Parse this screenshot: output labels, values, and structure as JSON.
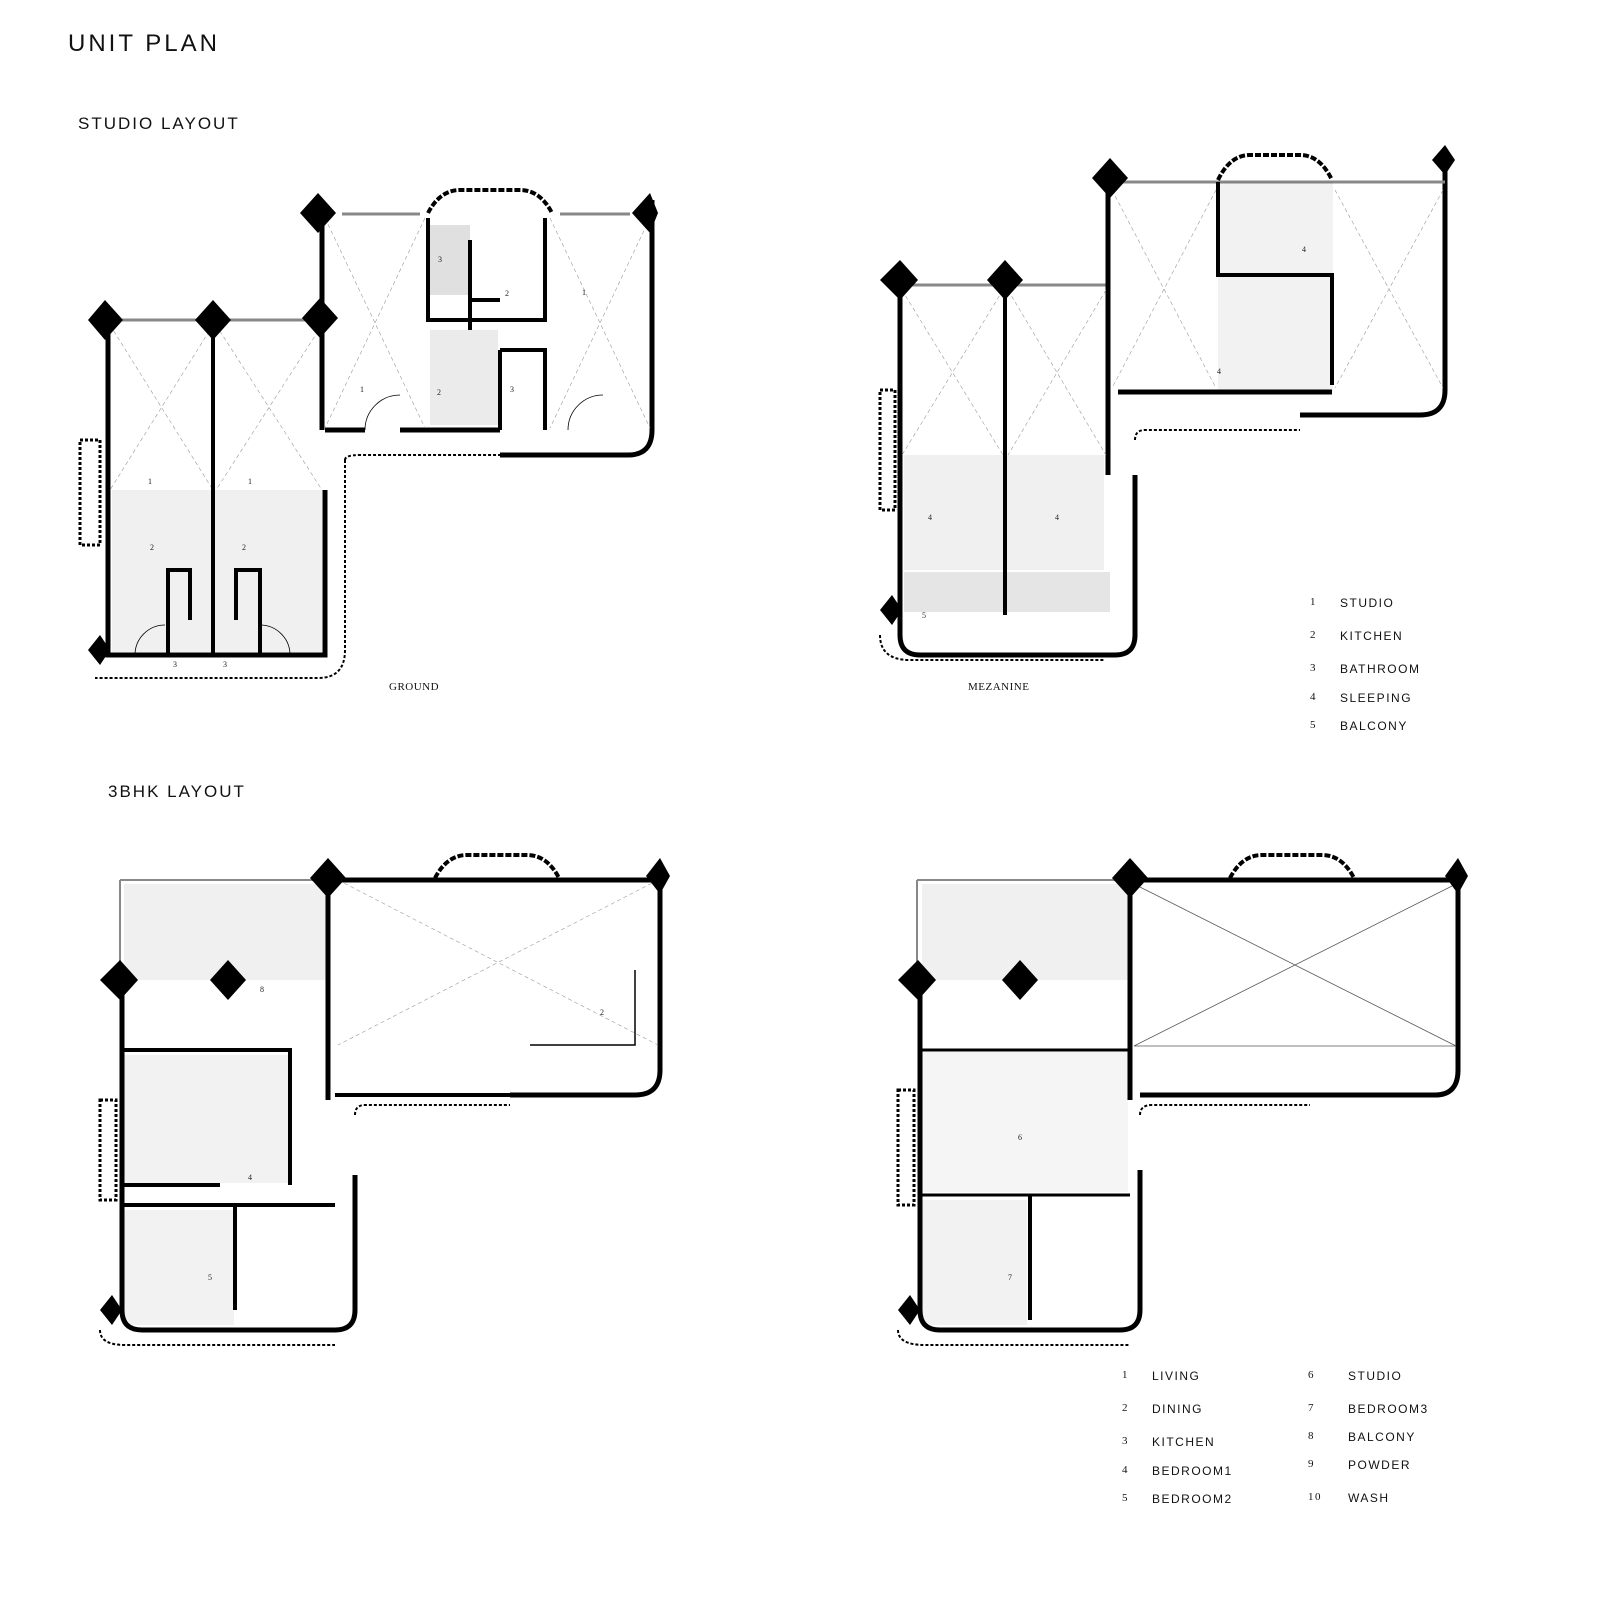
{
  "title": "UNIT PLAN",
  "sections": {
    "studio": "STUDIO LAYOUT",
    "bhk": "3BHK LAYOUT"
  },
  "floors": {
    "ground": "GROUND",
    "mezanine": "MEZANINE"
  },
  "studio_legend": [
    {
      "num": "1",
      "label": "STUDIO"
    },
    {
      "num": "2",
      "label": "KITCHEN"
    },
    {
      "num": "3",
      "label": "BATHROOM"
    },
    {
      "num": "4",
      "label": "SLEEPING"
    },
    {
      "num": "5",
      "label": "BALCONY"
    }
  ],
  "bhk_legend": [
    {
      "num": "1",
      "label": "LIVING"
    },
    {
      "num": "2",
      "label": "DINING"
    },
    {
      "num": "3",
      "label": "KITCHEN"
    },
    {
      "num": "4",
      "label": "BEDROOM1"
    },
    {
      "num": "5",
      "label": "BEDROOM2"
    },
    {
      "num": "6",
      "label": "STUDIO"
    },
    {
      "num": "7",
      "label": "BEDROOM3"
    },
    {
      "num": "8",
      "label": "BALCONY"
    },
    {
      "num": "9",
      "label": "POWDER"
    },
    {
      "num": "10",
      "label": "WASH"
    }
  ],
  "room_tags": {
    "s1": "1",
    "s2": "2",
    "s3": "3",
    "s4": "4",
    "s5": "5",
    "b2": "2",
    "b4": "4",
    "b5": "5",
    "b6": "6",
    "b7": "7",
    "b8": "8"
  }
}
